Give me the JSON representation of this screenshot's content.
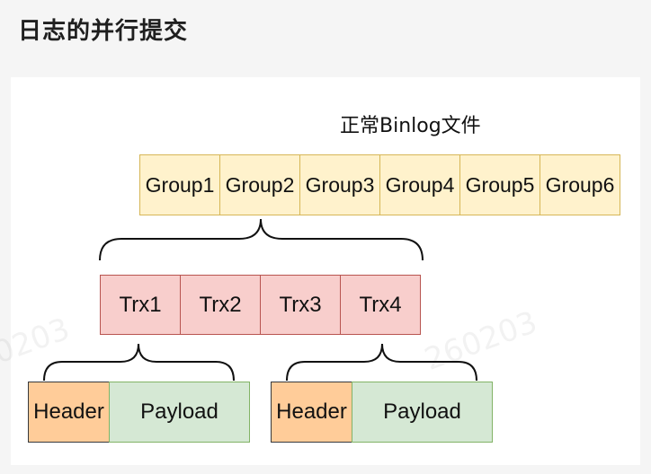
{
  "page": {
    "title": "日志的并行提交"
  },
  "diagram": {
    "file_label": "正常Binlog文件",
    "groups": [
      "Group1",
      "Group2",
      "Group3",
      "Group4",
      "Group5",
      "Group6"
    ],
    "transactions": [
      "Trx1",
      "Trx2",
      "Trx3",
      "Trx4"
    ],
    "blocks": [
      {
        "header": "Header",
        "payload": "Payload"
      },
      {
        "header": "Header",
        "payload": "Payload"
      }
    ],
    "colors": {
      "group_fill": "#fff2cc",
      "group_border": "#d6b656",
      "trx_fill": "#f8cecc",
      "trx_border": "#b85450",
      "header_fill": "#ffcc99",
      "payload_fill": "#d5e8d4",
      "payload_border": "#82b366"
    }
  }
}
